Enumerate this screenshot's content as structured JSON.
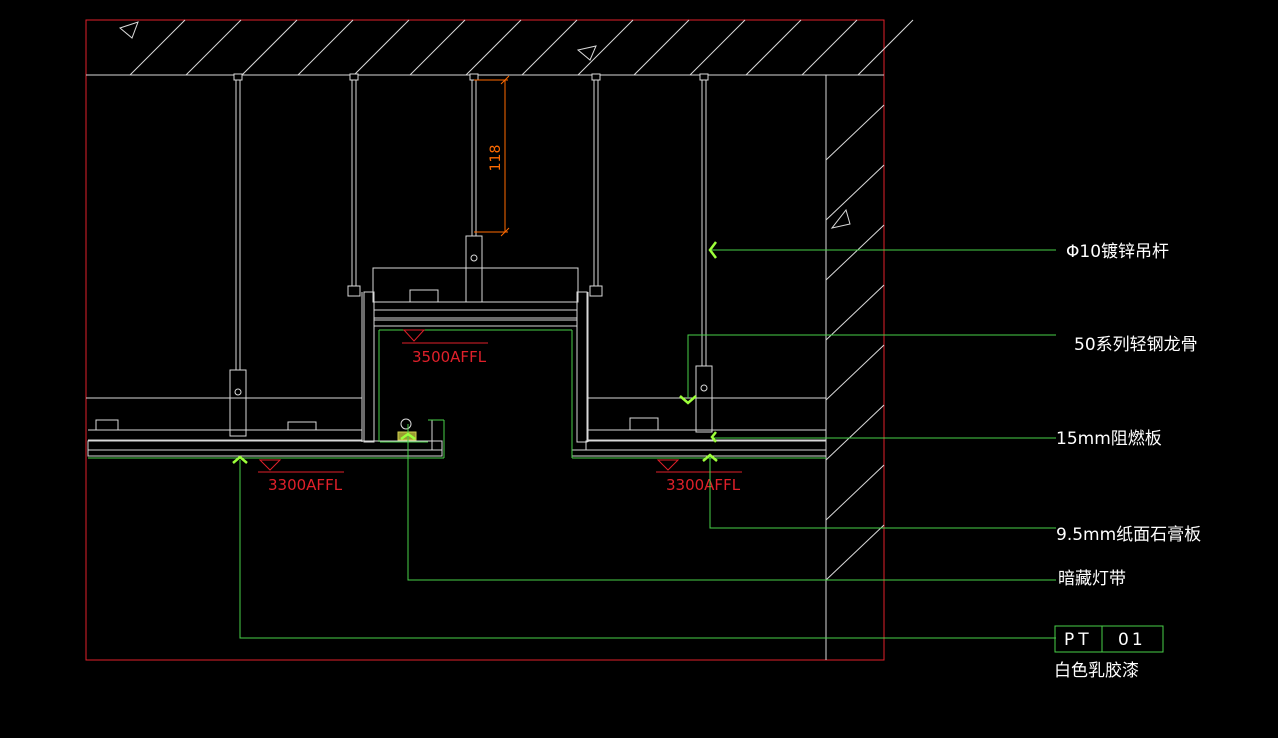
{
  "drawing": {
    "dimension": "118",
    "levels": {
      "upper": "3500AFFL",
      "lower_left": "3300AFFL",
      "lower_right": "3300AFFL"
    },
    "labels": {
      "hanger_rod": "Φ10镀锌吊杆",
      "steel_keel": "50系列轻钢龙骨",
      "fire_board": "15mm阻燃板",
      "gypsum_board": "9.5mm纸面石膏板",
      "hidden_light": "暗藏灯带"
    },
    "finish_tag": {
      "code": "PT",
      "number": "01",
      "description": "白色乳胶漆"
    }
  },
  "colors": {
    "background": "#000000",
    "frame": "#e0202a",
    "leader": "#49d049",
    "arrow": "#9cff3a",
    "construction": "#d9d9d9",
    "dimension": "#ff6a00"
  }
}
